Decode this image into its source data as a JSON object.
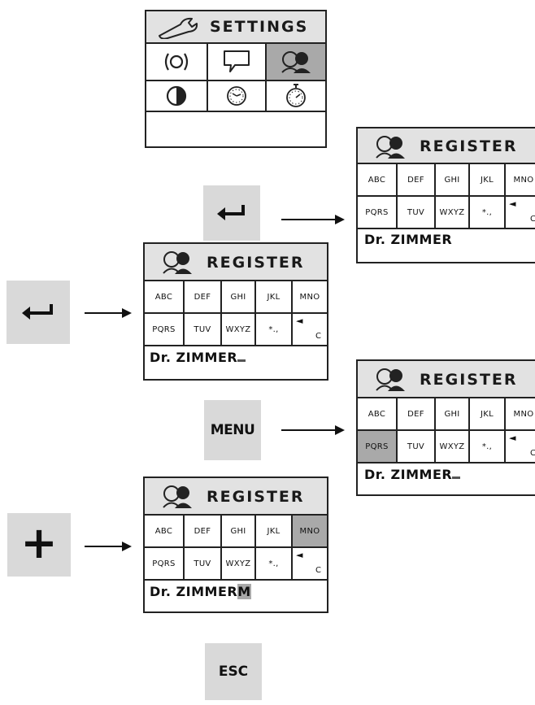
{
  "settings": {
    "title": "SETTINGS",
    "icons": [
      "wrench-icon",
      "sound-icon",
      "message-icon",
      "users-icon",
      "contrast-icon",
      "clock-icon",
      "timer-icon"
    ]
  },
  "register": {
    "title": "REGISTER",
    "keys_row1": [
      "ABC",
      "DEF",
      "GHI",
      "JKL",
      "MNO"
    ],
    "keys_row2": [
      "PQRS",
      "TUV",
      "WXYZ",
      "*.,"
    ],
    "delete_symbol": "◄",
    "clear_label": "C",
    "name_prefix": "Dr.",
    "name_body": "ZIMMER",
    "name_suffix_m": "M"
  },
  "keys": {
    "enter_symbol": "↵",
    "menu_label": "MENU",
    "plus_label": "+",
    "esc_label": "ESC"
  },
  "colors": {
    "header_bg": "#e2e2e2",
    "highlight": "#a9a9a9",
    "key_bg": "#d9d9d9"
  }
}
